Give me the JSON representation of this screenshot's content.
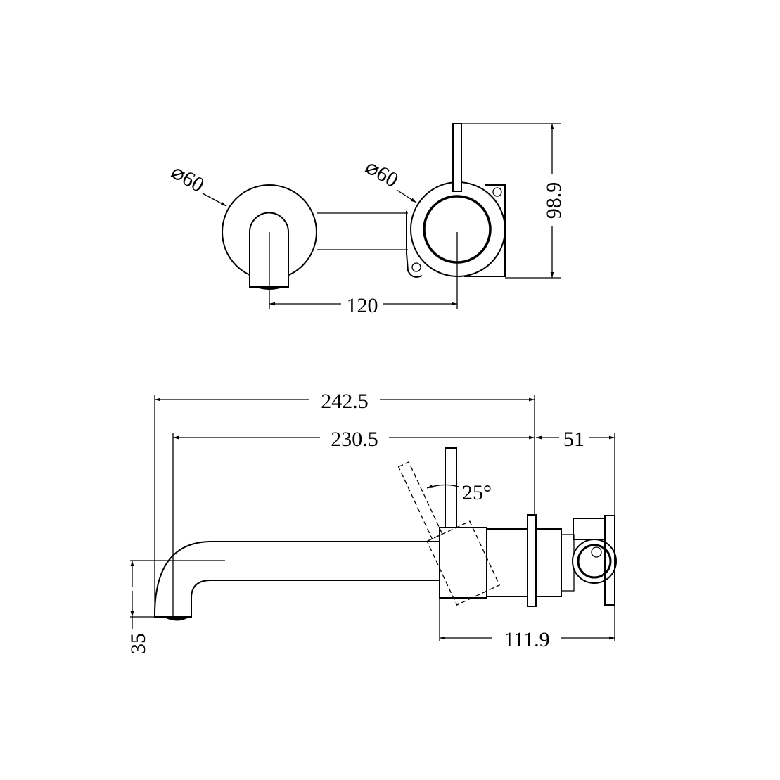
{
  "drawing": {
    "top_view": {
      "spout_plate_diameter": "⌀60",
      "mixer_plate_diameter": "⌀60",
      "centres_spacing": "120",
      "handle_height": "98.9"
    },
    "side_view": {
      "overall_projection": "242.5",
      "spout_projection": "230.5",
      "wall_depth": "51",
      "body_depth": "111.9",
      "spout_outlet_height": "35",
      "lever_angle": "25°"
    },
    "line_color": "#000000",
    "background_color": "#ffffff"
  }
}
